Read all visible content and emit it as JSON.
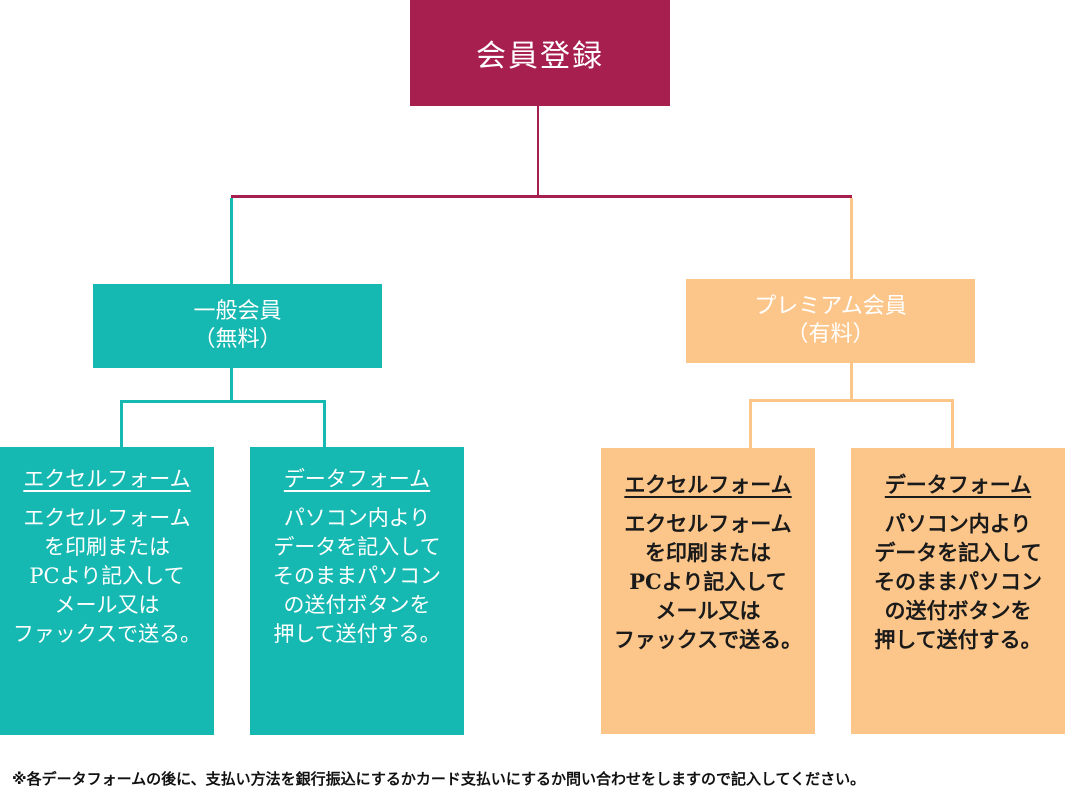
{
  "colors": {
    "root": "#a71f4e",
    "teal": "#16b8b2",
    "orange": "#fcc68b"
  },
  "root": {
    "label": "会員登録"
  },
  "tiers": {
    "free": {
      "line1": "一般会員",
      "line2": "（無料）"
    },
    "premium": {
      "line1": "プレミアム会員",
      "line2": "（有料）"
    }
  },
  "leaves": {
    "free_excel": {
      "title": "エクセルフォーム",
      "body": "エクセルフォーム\nを印刷または\nPCより記入して\nメール又は\nファックスで送る。"
    },
    "free_data": {
      "title": "データフォーム",
      "body": "パソコン内より\nデータを記入して\nそのままパソコン\nの送付ボタンを\n押して送付する。"
    },
    "premium_excel": {
      "title": "エクセルフォーム",
      "body": "エクセルフォーム\nを印刷または\nPCより記入して\nメール又は\nファックスで送る。"
    },
    "premium_data": {
      "title": "データフォーム",
      "body": "パソコン内より\nデータを記入して\nそのままパソコン\nの送付ボタンを\n押して送付する。"
    }
  },
  "footnote": "※各データフォームの後に、支払い方法を銀行振込にするかカード支払いにするか問い合わせをしますので記入してください。"
}
